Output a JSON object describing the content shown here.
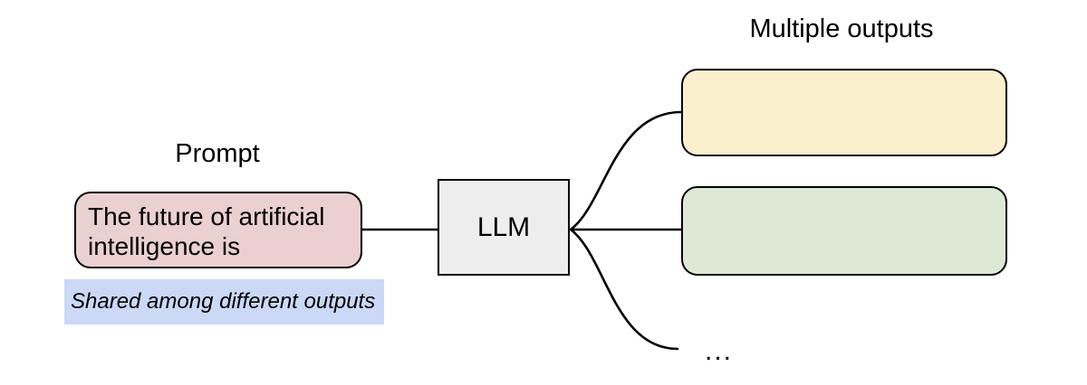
{
  "colors": {
    "background": "#ffffff",
    "line": "#000000",
    "prompt_box_fill": "#ead0d0",
    "llm_box_fill": "#eeeeee",
    "output_box_1_fill": "#faf0ce",
    "output_box_2_fill": "#dde9d5",
    "note_fill": "#cbd8f6"
  },
  "labels": {
    "prompt": "Prompt",
    "multiple_outputs": "Multiple outputs",
    "llm": "LLM",
    "ellipsis": "..."
  },
  "prompt_box": {
    "lines": [
      "The future of artificial",
      "intelligence is"
    ]
  },
  "note": {
    "text": "Shared among different outputs"
  }
}
